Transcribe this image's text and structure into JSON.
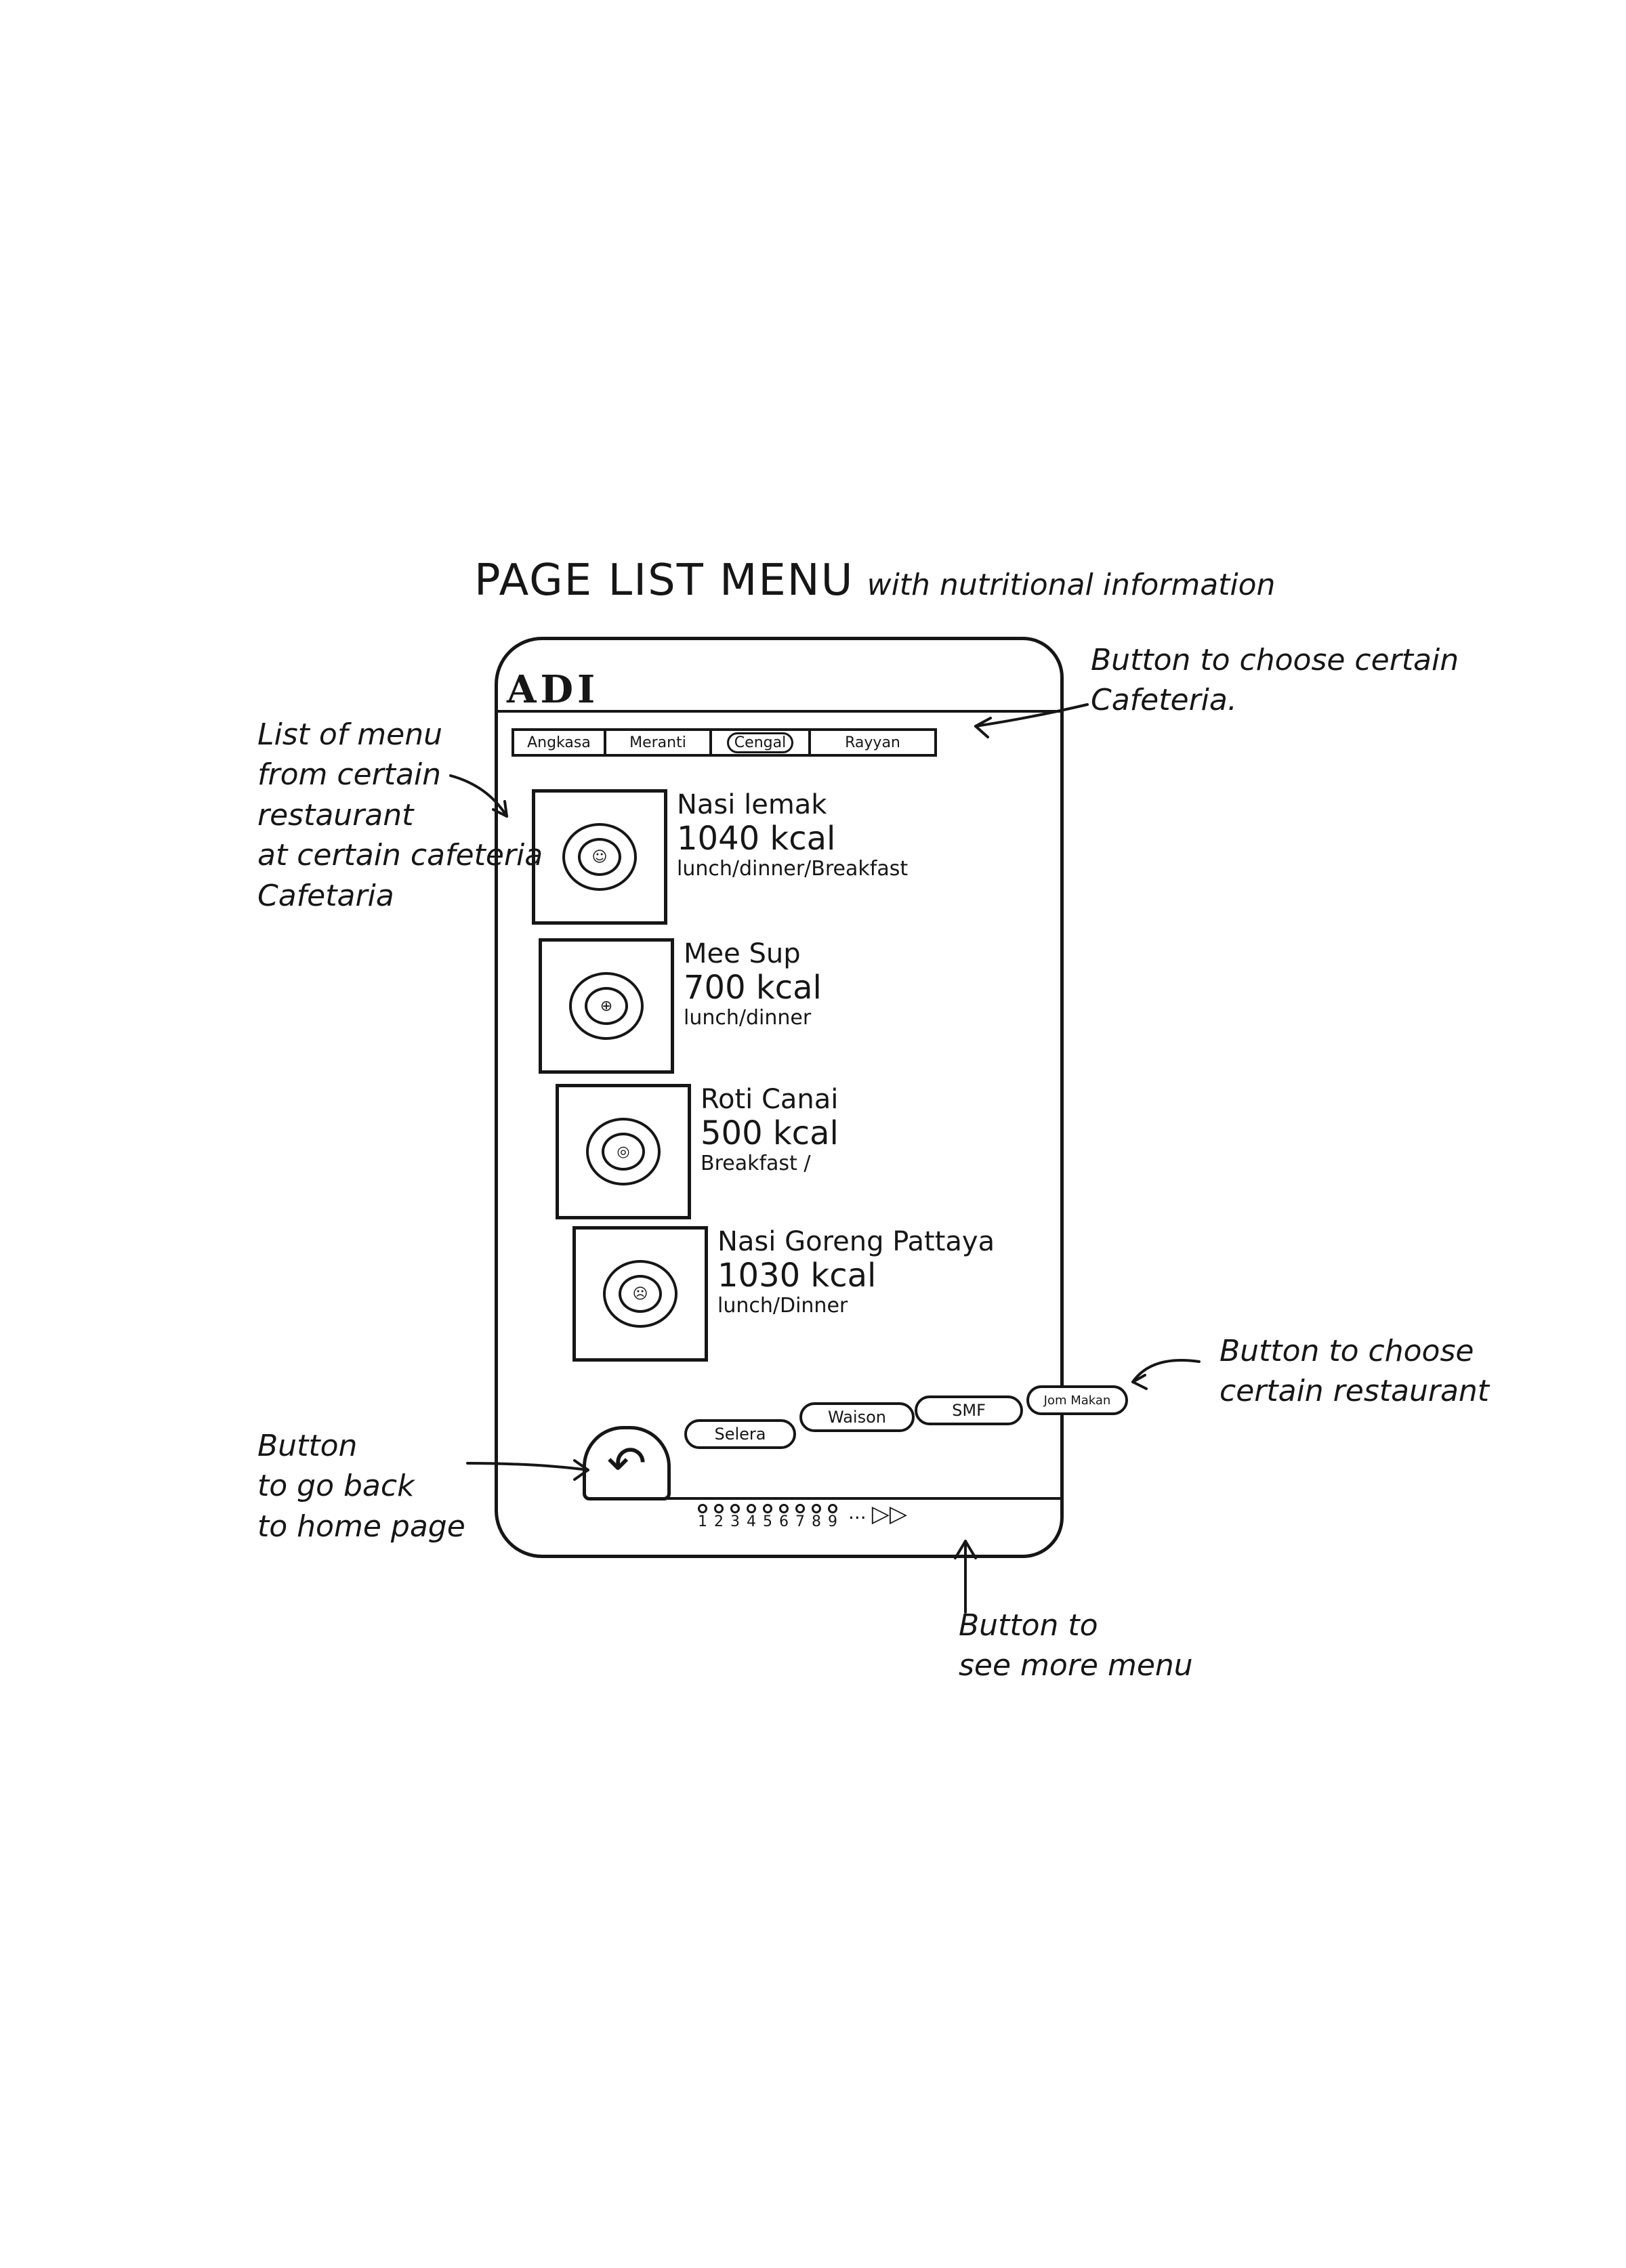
{
  "heading": {
    "main": "PAGE LIST MENU",
    "sub": "with nutritional information"
  },
  "app": {
    "title": "ADI"
  },
  "cafeteria_tabs": [
    {
      "label": "Angkasa",
      "selected": false
    },
    {
      "label": "Meranti",
      "selected": false
    },
    {
      "label": "Cengal",
      "selected": true
    },
    {
      "label": "Rayyan",
      "selected": false
    }
  ],
  "menu_items": [
    {
      "name": "Nasi lemak",
      "kcal": "1040 kcal",
      "meal": "lunch/dinner/Breakfast"
    },
    {
      "name": "Mee Sup",
      "kcal": "700 kcal",
      "meal": "lunch/dinner"
    },
    {
      "name": "Roti Canai",
      "kcal": "500 kcal",
      "meal": "Breakfast /"
    },
    {
      "name": "Nasi Goreng Pattaya",
      "kcal": "1030 kcal",
      "meal": "lunch/Dinner"
    }
  ],
  "restaurant_buttons": [
    {
      "label": "Selera"
    },
    {
      "label": "Waison"
    },
    {
      "label": "SMF"
    },
    {
      "label": "Jom Makan"
    }
  ],
  "back_button": {
    "symbol": "↶"
  },
  "pagination": {
    "pages": [
      "1",
      "2",
      "3",
      "4",
      "5",
      "6",
      "7",
      "8",
      "9"
    ],
    "ellipsis": "...",
    "next_symbol": "▷▷"
  },
  "annotations": {
    "list_of_menu": [
      "List of menu",
      "from certain",
      "restaurant",
      "at certain cafeteria",
      "Cafetaria"
    ],
    "choose_cafeteria": [
      "Button to choose certain",
      "Cafeteria."
    ],
    "choose_restaurant": [
      "Button to choose",
      "certain restaurant"
    ],
    "back": [
      "Button",
      "to go back",
      "to home page"
    ],
    "more_menu": [
      "Button to",
      "see more menu"
    ]
  }
}
